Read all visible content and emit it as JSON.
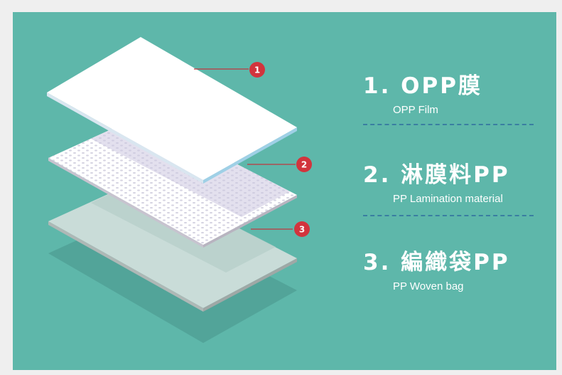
{
  "layers": [
    {
      "badge": "1",
      "title": "1. OPP膜",
      "subtitle": "OPP Film"
    },
    {
      "badge": "2",
      "title": "2. 淋膜料PP",
      "subtitle": "PP Lamination material"
    },
    {
      "badge": "3",
      "title": "3. 編織袋PP",
      "subtitle": "PP Woven bag"
    }
  ],
  "colors": {
    "background": "#5eb7aa",
    "frame": "#efefef",
    "badge": "#d2343d",
    "leader_line": "#c0353d",
    "divider": "#3a7ea1",
    "film": "#ffffff",
    "lamination_dots": "#d6d4e2",
    "woven_bag": "#c9dcd8"
  }
}
